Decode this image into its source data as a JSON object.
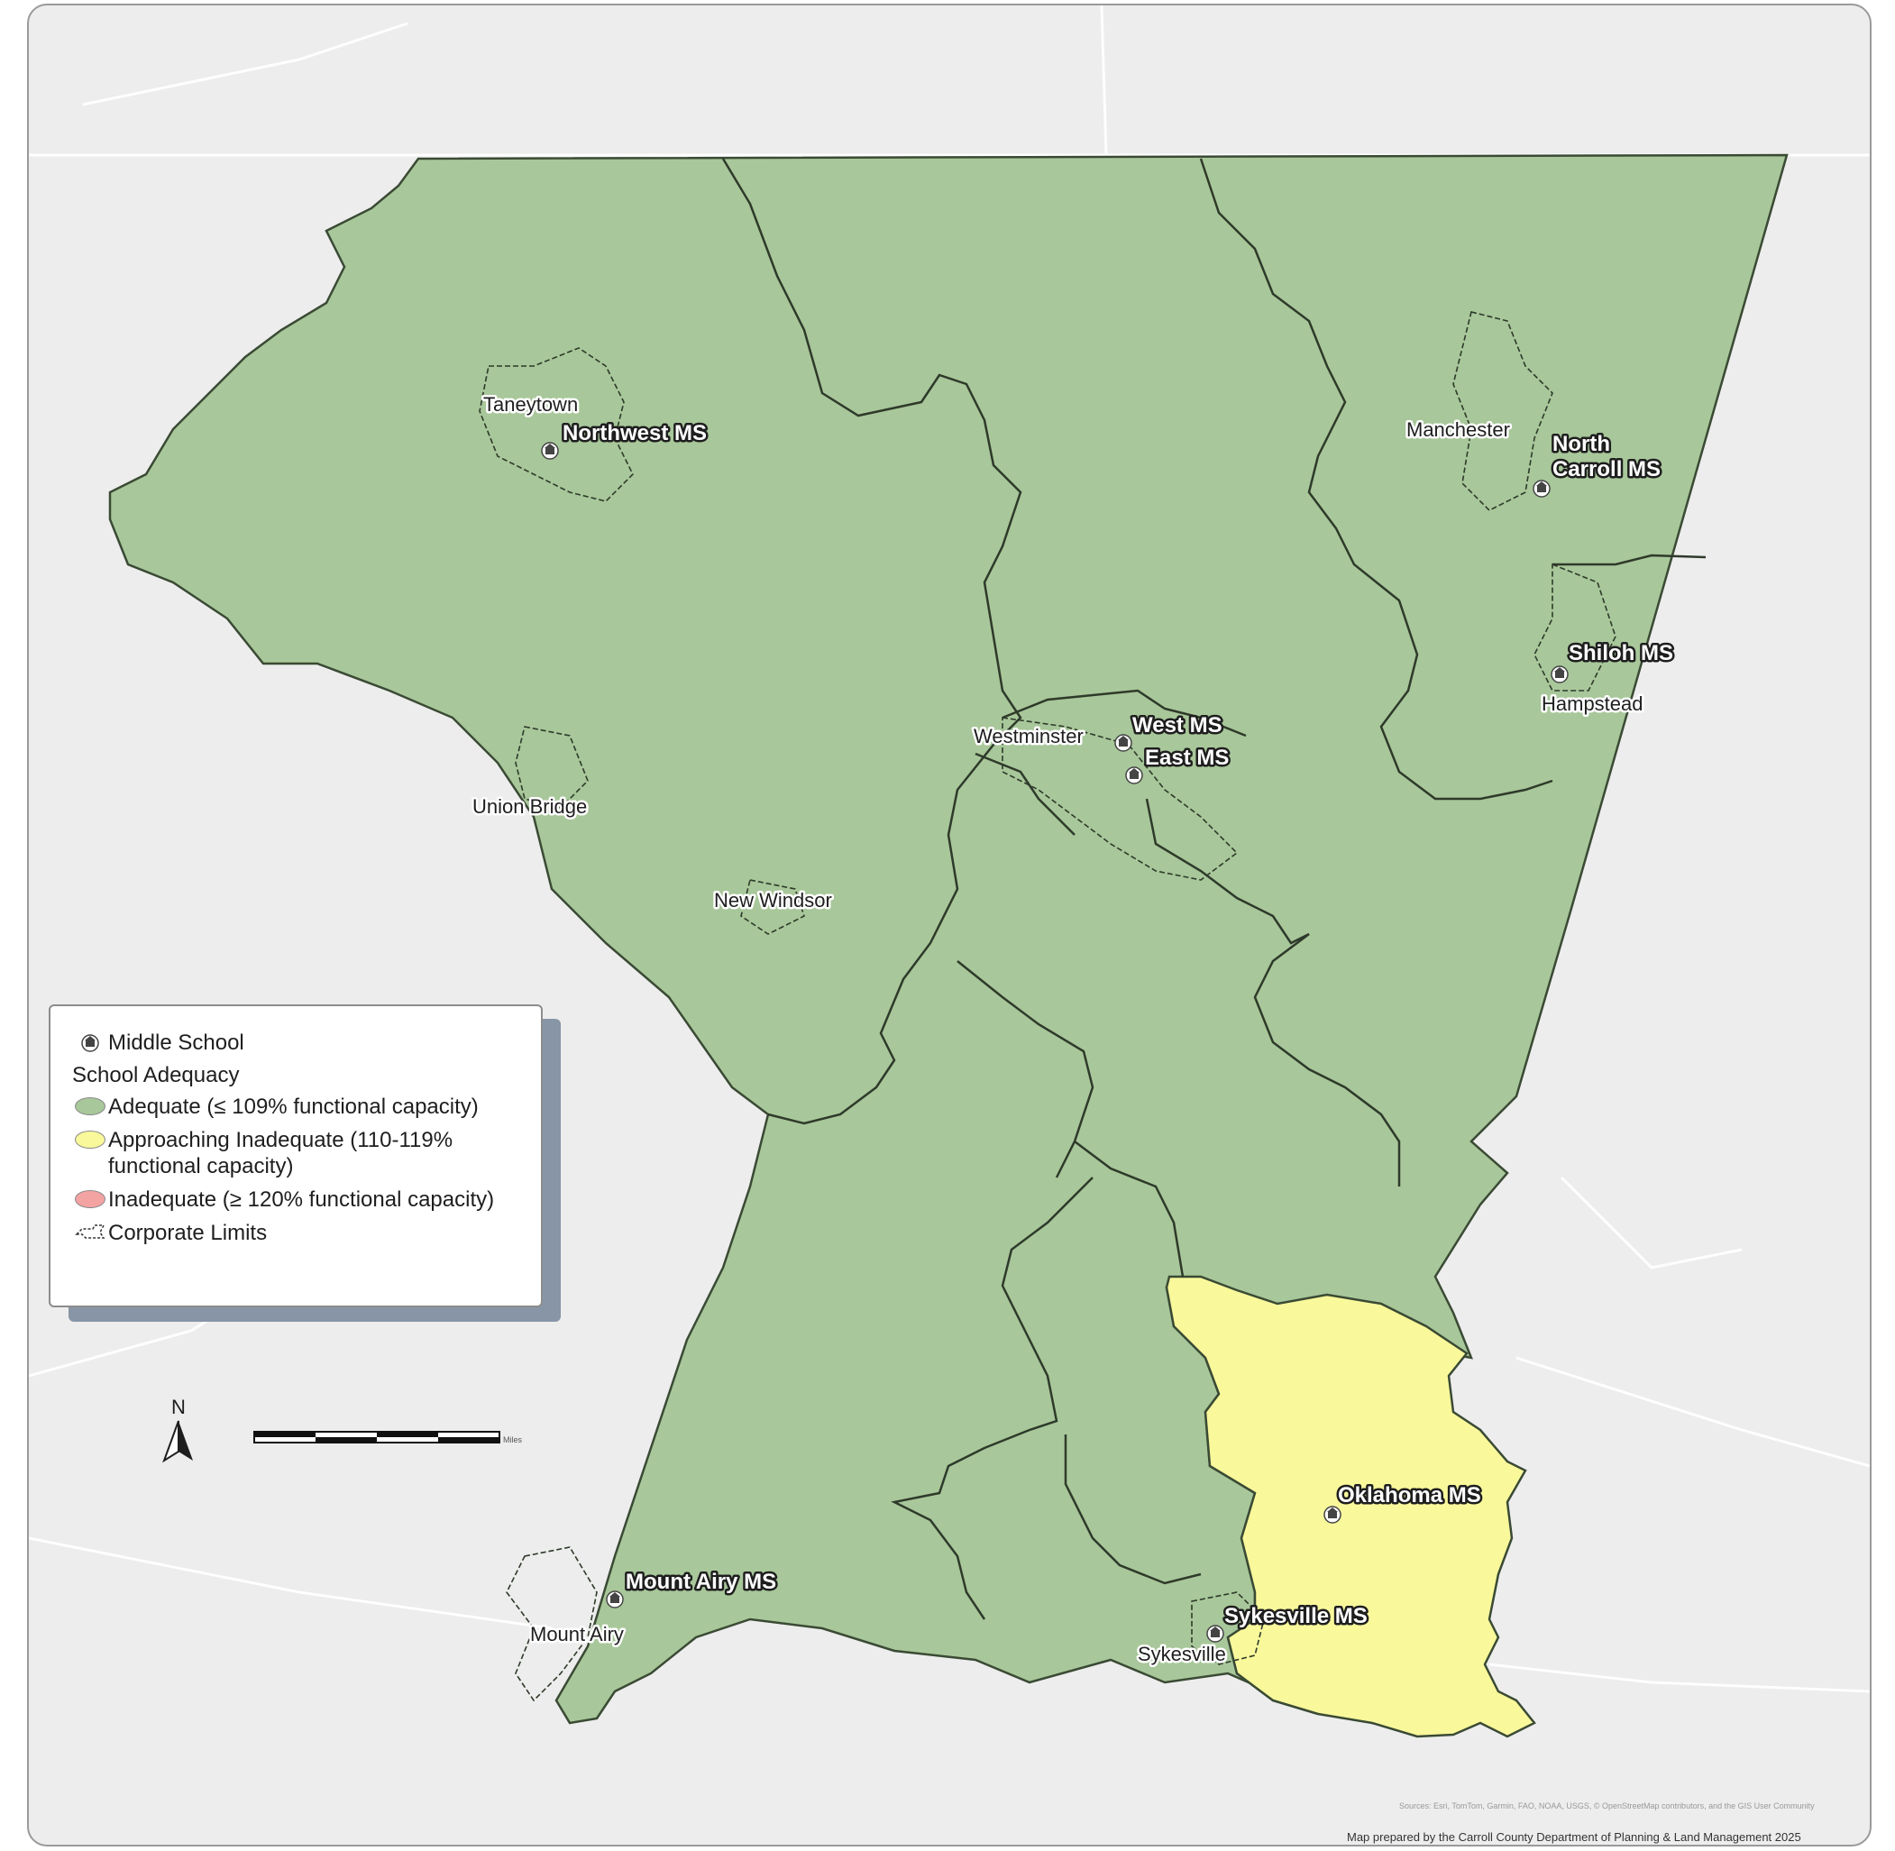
{
  "colors": {
    "background": "#ededed",
    "adequate": "#a8c79a",
    "approaching_inadequate": "#f9f89b",
    "inadequate": "#f4a3a3",
    "boundary": "#3a4a34",
    "roads": "#ffffff"
  },
  "places": {
    "taneytown": "Taneytown",
    "manchester": "Manchester",
    "westminster": "Westminster",
    "hampstead": "Hampstead",
    "union_bridge": "Union Bridge",
    "new_windsor": "New Windsor",
    "mount_airy": "Mount Airy",
    "sykesville": "Sykesville"
  },
  "schools": {
    "northwest": "Northwest MS",
    "north_carroll_line1": "North",
    "north_carroll_line2": "Carroll MS",
    "shiloh": "Shiloh MS",
    "west": "West MS",
    "east": "East MS",
    "oklahoma": "Oklahoma MS",
    "mount_airy": "Mount Airy MS",
    "sykesville": "Sykesville MS"
  },
  "legend": {
    "middle_school": "Middle School",
    "heading": "School Adequacy",
    "adequate": "Adequate (≤ 109% functional capacity)",
    "approaching": "Approaching Inadequate (110-119% functional capacity)",
    "inadequate": "Inadequate (≥ 120% functional capacity)",
    "corporate_limits": "Corporate Limits"
  },
  "icons": {
    "school": "school-building-icon",
    "north_arrow": "north-arrow-icon"
  },
  "north_label": "N",
  "scale_unit": "Miles",
  "source_text": "Sources: Esri, TomTom, Garmin, FAO, NOAA, USGS, © OpenStreetMap contributors, and the GIS User Community",
  "credit_text": "Map prepared by the Carroll County Department of Planning & Land Management 2025"
}
